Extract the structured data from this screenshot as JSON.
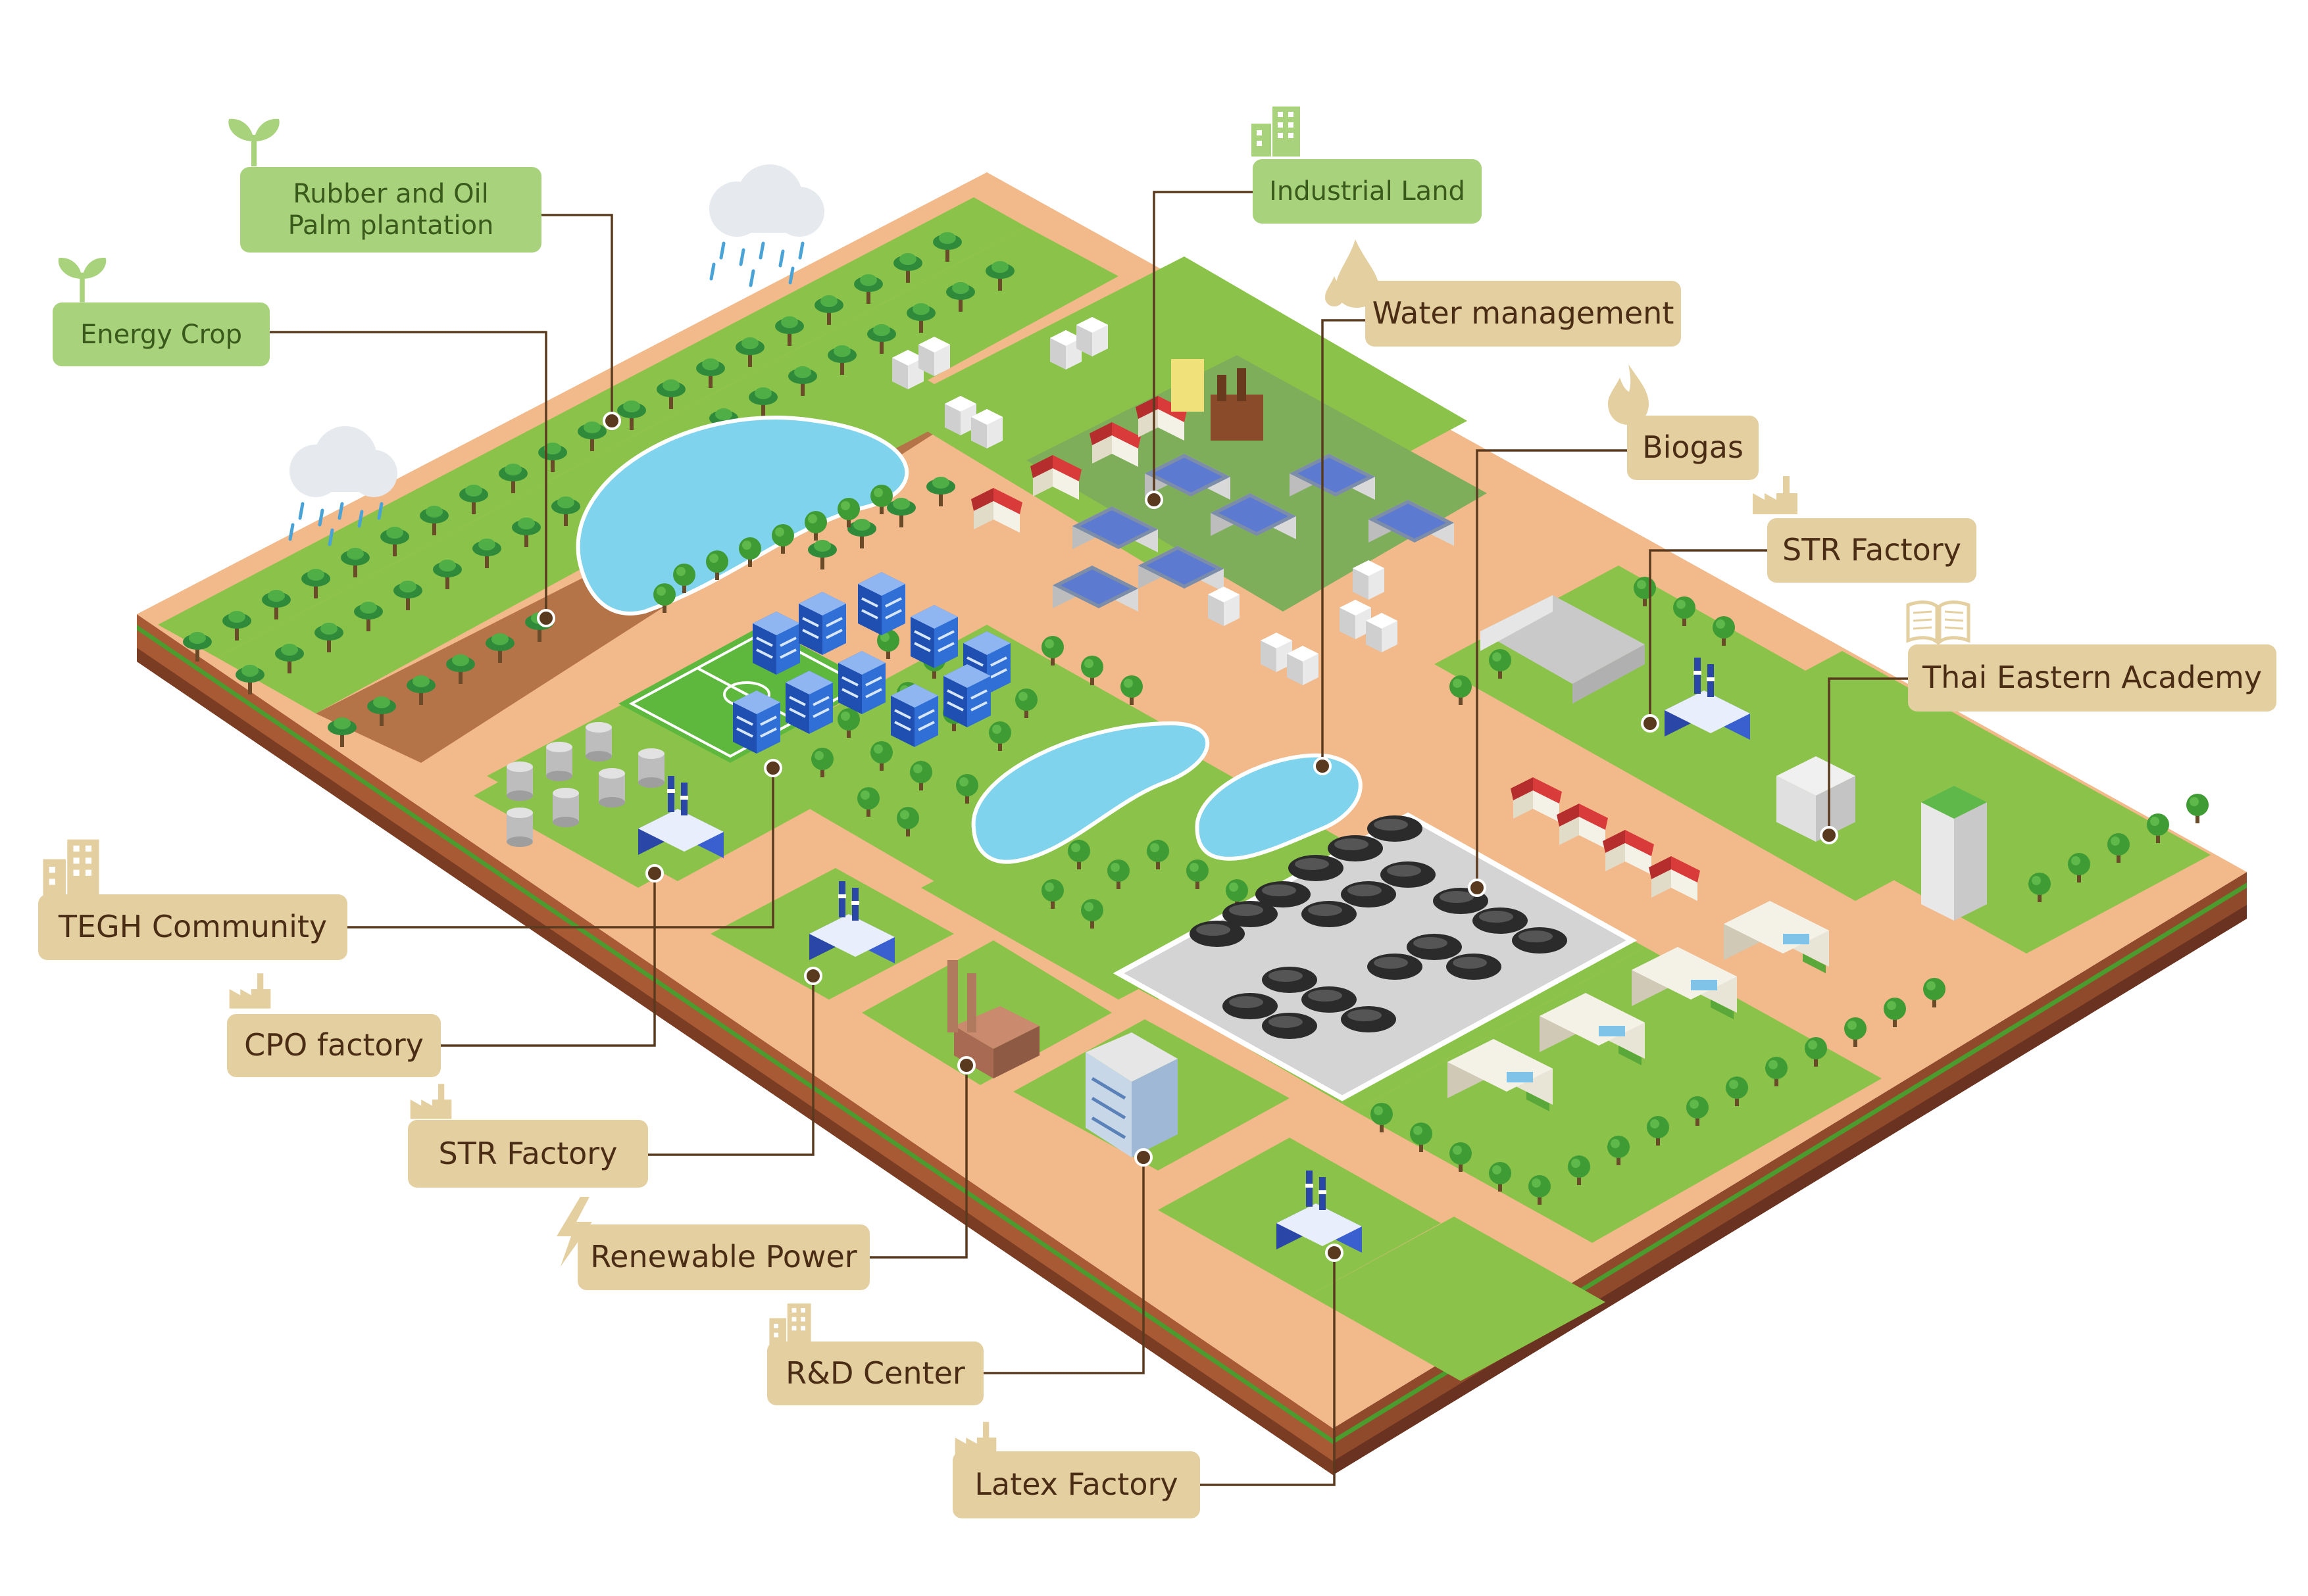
{
  "colors": {
    "grass": "#8cc63f",
    "road": "#f2b98a",
    "soil": "#b56a3c",
    "water": "#7fd3ec",
    "label_tan": "#e3cfa0",
    "label_green": "#a8d27c",
    "leader_line": "#5a3a1e"
  },
  "labels": {
    "rubber_palm": "Rubber and Oil Palm plantation",
    "energy_crop": "Energy Crop",
    "industrial_land": "Industrial Land",
    "water_management": "Water management",
    "biogas": "Biogas",
    "str_factory_right": "STR Factory",
    "thai_eastern_academy": "Thai Eastern Academy",
    "tegh_community": "TEGH Community",
    "cpo_factory": "CPO factory",
    "str_factory_left": "STR Factory",
    "renewable_power": "Renewable Power",
    "rd_center": "R&D Center",
    "latex_factory": "Latex Factory"
  },
  "icons": {
    "rubber_palm": "sprout-icon",
    "energy_crop": "sprout-icon",
    "industrial_land": "building-icon",
    "water_management": "water-drop-icon",
    "biogas": "flame-icon",
    "str_factory_right": "factory-icon",
    "thai_eastern_academy": "book-icon",
    "tegh_community": "building-icon",
    "cpo_factory": "factory-icon",
    "str_factory_left": "factory-icon",
    "renewable_power": "lightning-icon",
    "rd_center": "building-icon",
    "latex_factory": "factory-icon"
  }
}
